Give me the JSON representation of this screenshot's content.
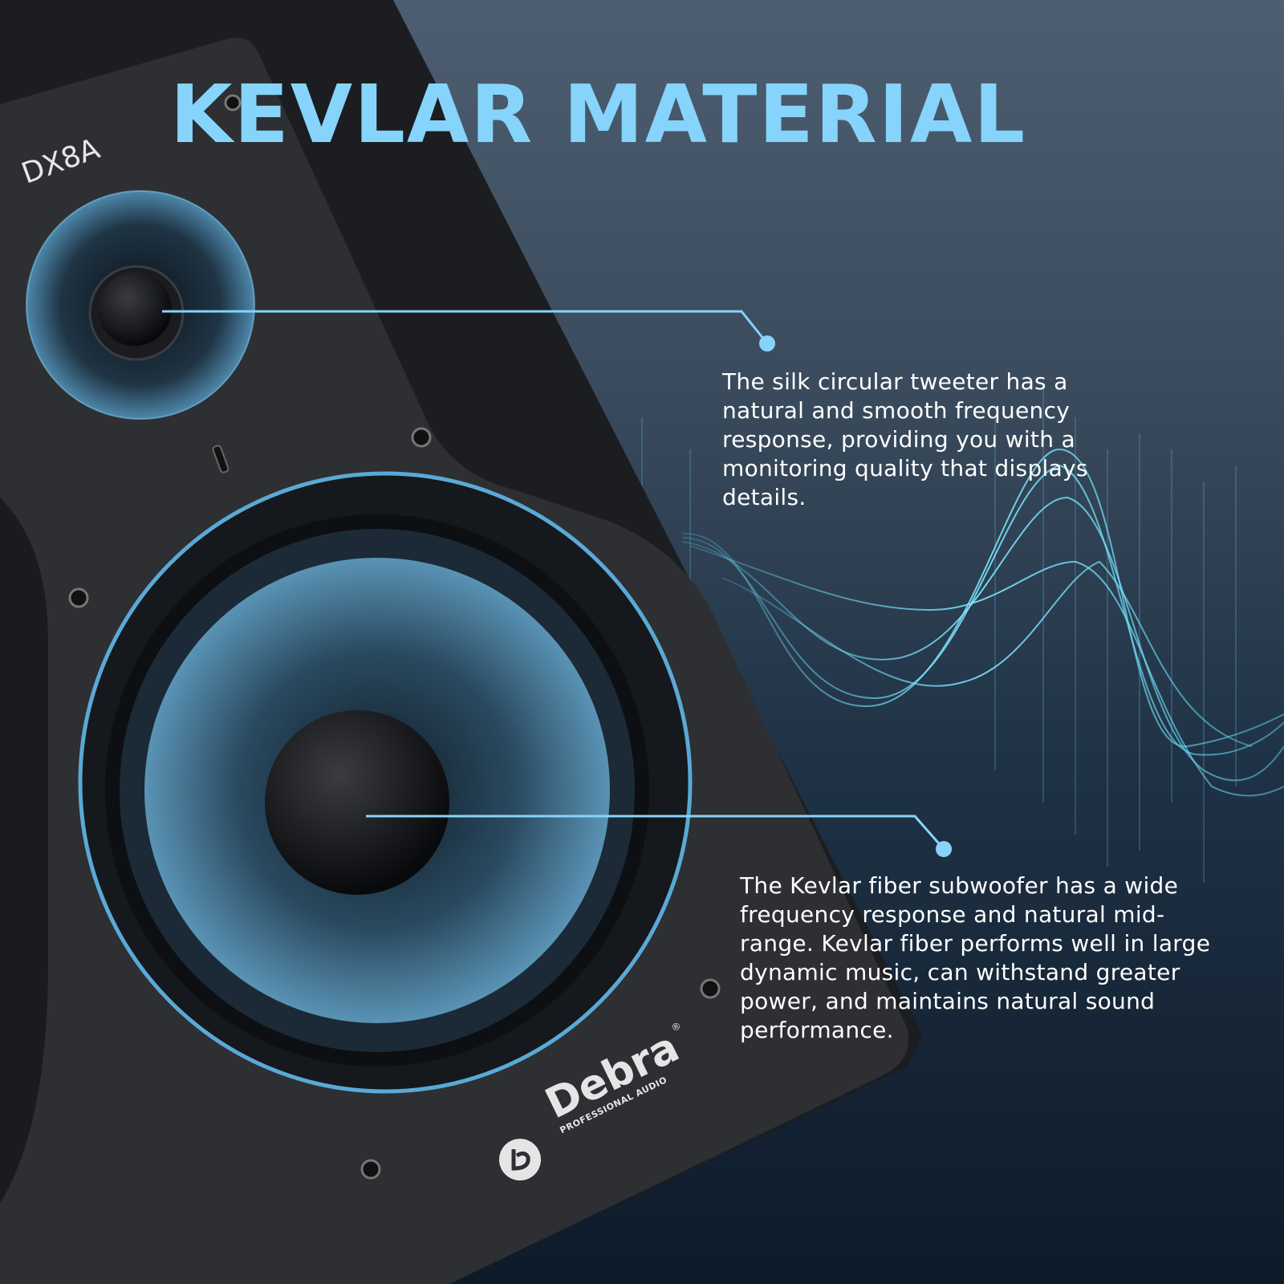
{
  "title": "KEVLAR MATERIAL",
  "model": "DX8A",
  "brand": {
    "name": "Debra",
    "tagline": "PROFESSIONAL AUDIO",
    "registered": "®"
  },
  "callouts": [
    {
      "target": "tweeter",
      "text": "The silk circular tweeter has a natural and smooth frequency response, providing you with a monitoring quality that displays details."
    },
    {
      "target": "woofer",
      "text": "The Kevlar fiber subwoofer has a wide frequency response and natural mid-range. Kevlar fiber performs well in large dynamic music, can withstand greater power, and maintains natural sound performance."
    }
  ],
  "colors": {
    "accent": "#86d4fb",
    "wave": "#5fd6f0",
    "cabinet": "#1c1d20",
    "baffle": "#2b2d31"
  }
}
